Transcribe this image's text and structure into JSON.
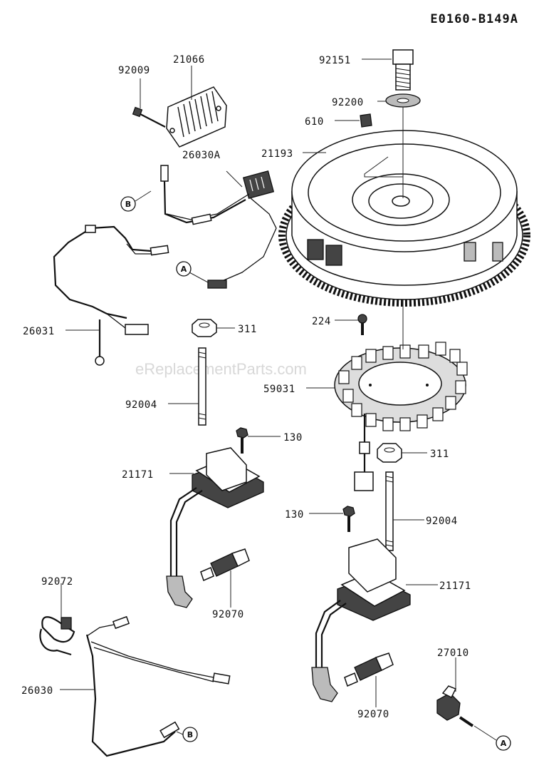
{
  "diagram_code": "E0160-B149A",
  "watermark": "eReplacementParts.com",
  "callouts": {
    "A": "A",
    "B": "B"
  },
  "labels": {
    "p92009": "92009",
    "p21066": "21066",
    "p26030A": "26030A",
    "p92151": "92151",
    "p92200": "92200",
    "p610": "610",
    "p21193": "21193",
    "p26031": "26031",
    "p311_left": "311",
    "p92004_left": "92004",
    "p224": "224",
    "p59031": "59031",
    "p130_left": "130",
    "p21171_left": "21171",
    "p311_right": "311",
    "p130_right": "130",
    "p92004_right": "92004",
    "p92070_left": "92070",
    "p21171_right": "21171",
    "p92072": "92072",
    "p26030": "26030",
    "p27010": "27010",
    "p92070_right": "92070"
  }
}
